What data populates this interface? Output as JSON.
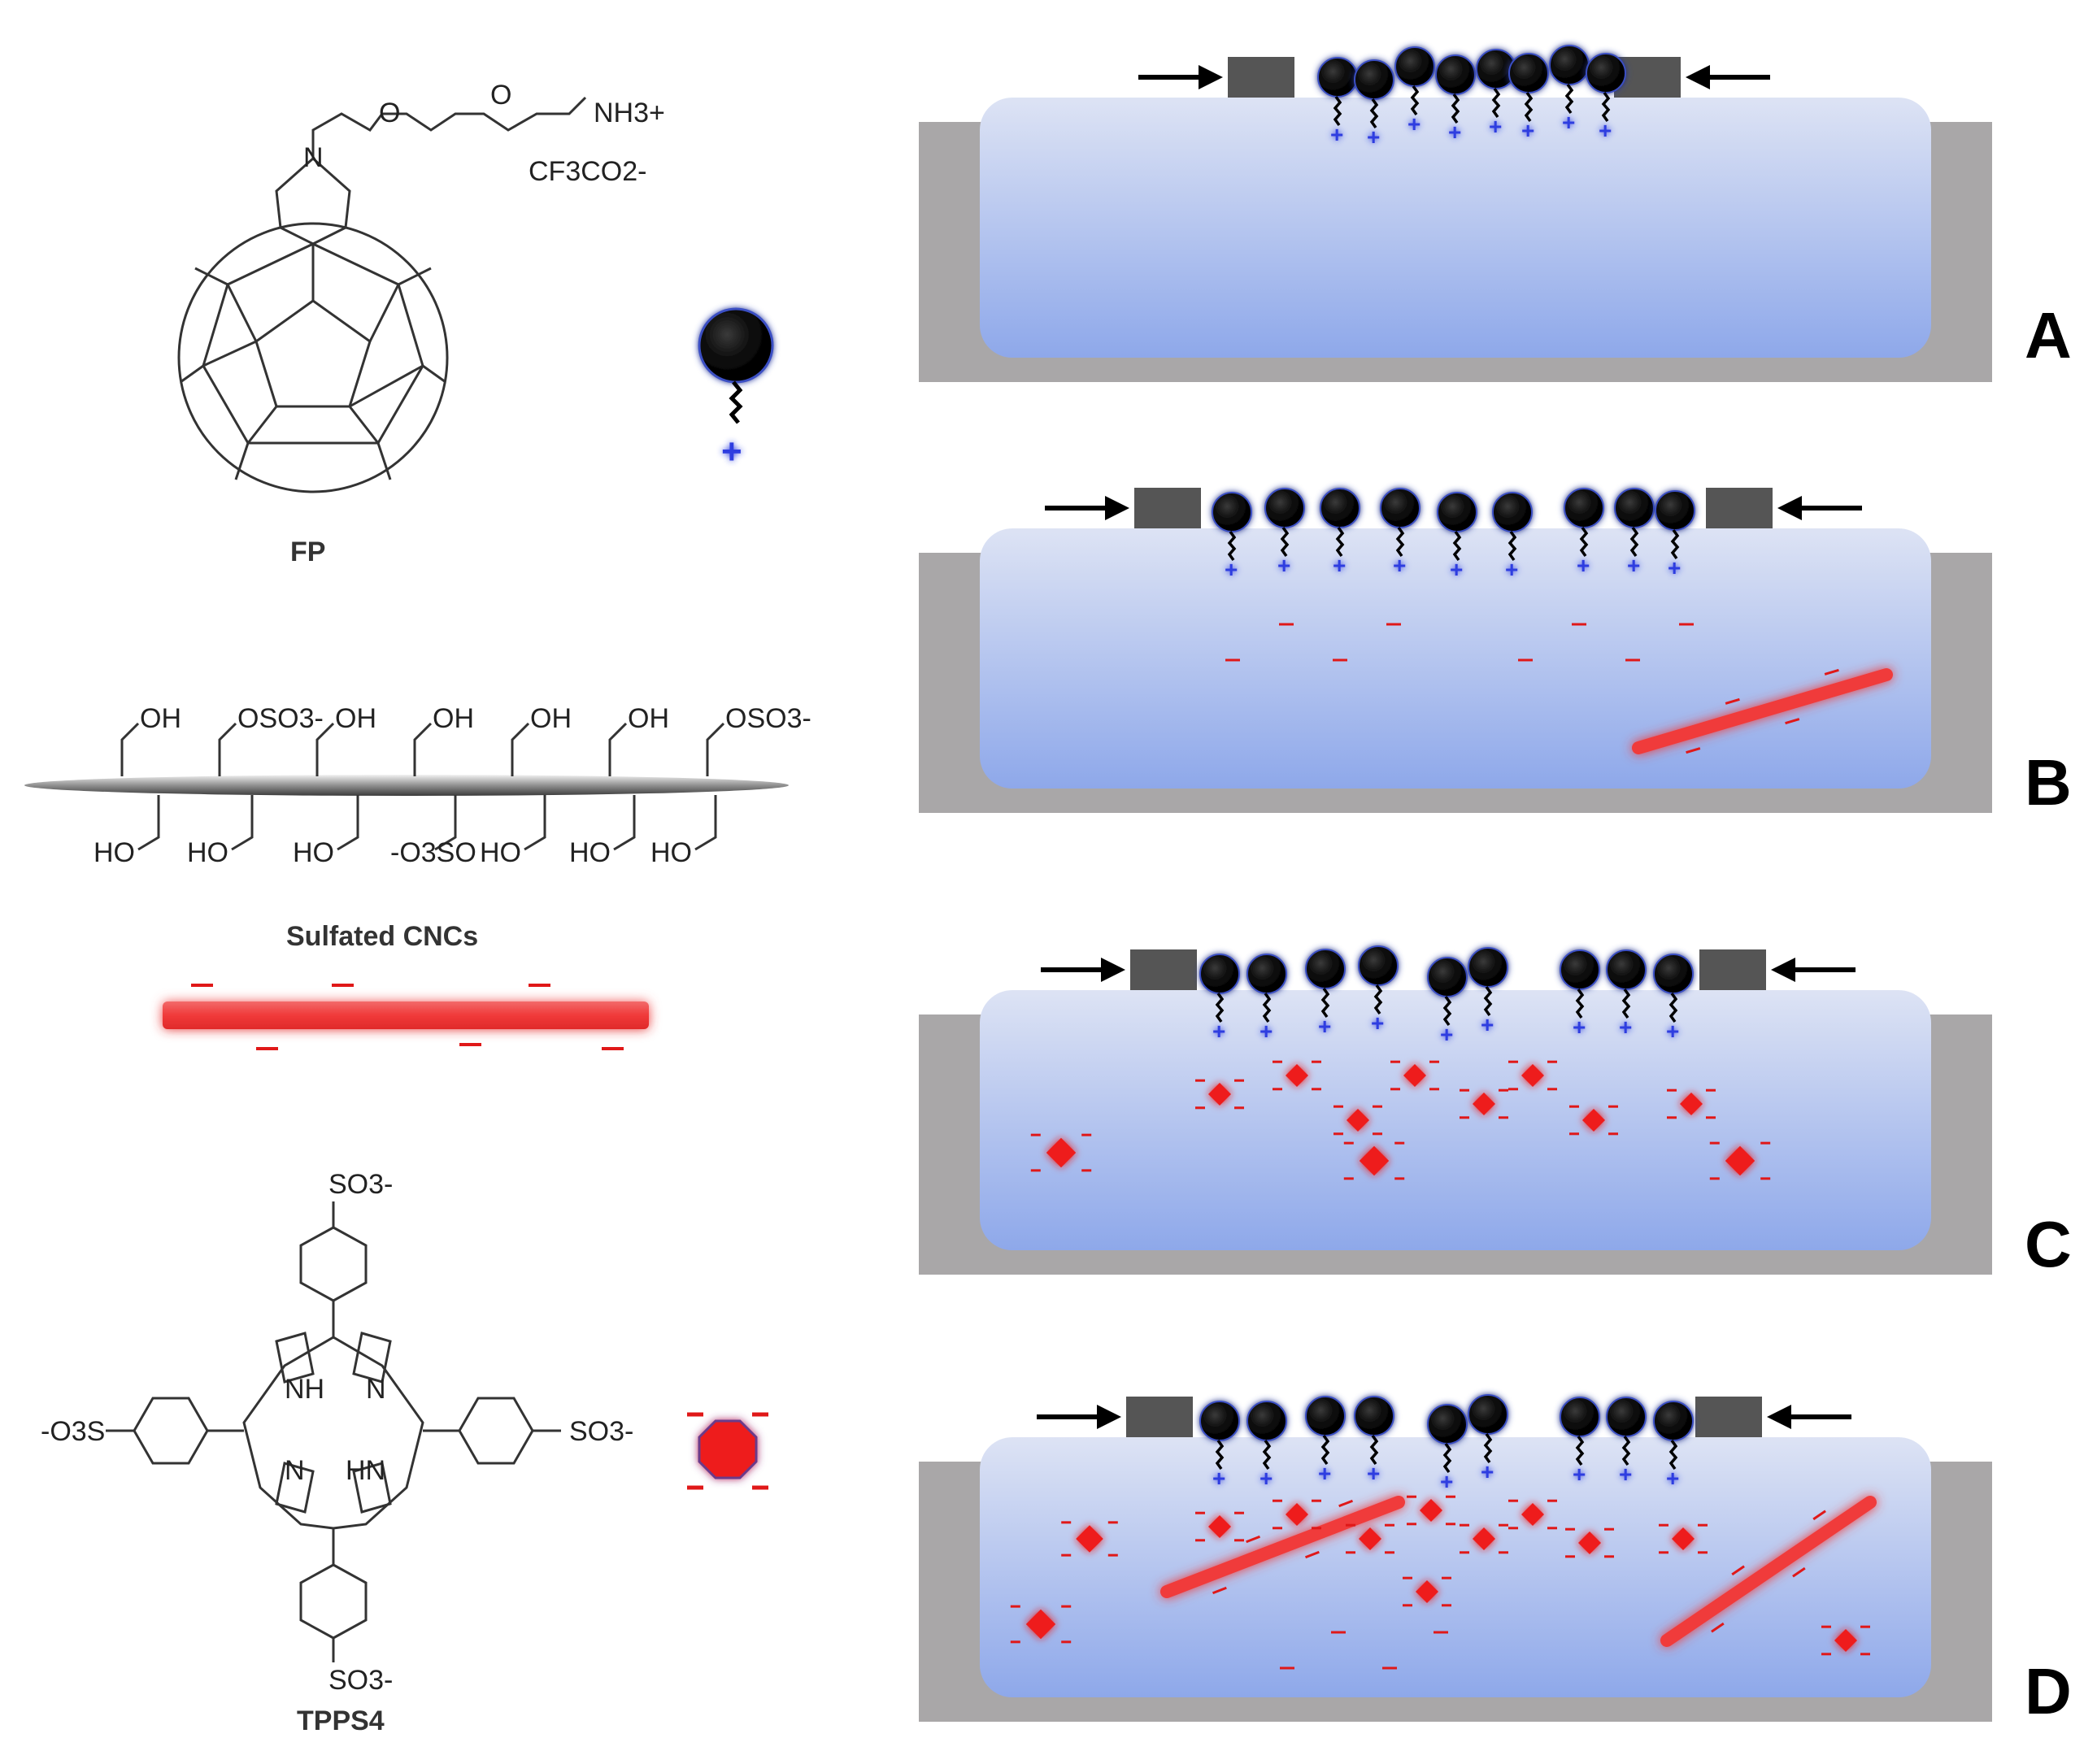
{
  "structures": {
    "fp": {
      "label": "FP",
      "atom_O1": "O",
      "atom_O2": "O",
      "atom_N": "N",
      "ammonium": "NH3+",
      "counterion": "CF3CO2-"
    },
    "cnc": {
      "label": "Sulfated CNCs",
      "top_groups": [
        "OH",
        "OSO3-",
        "OH",
        "OH",
        "OH",
        "OH",
        "OSO3-"
      ],
      "bottom_groups": [
        "HO",
        "HO",
        "HO",
        "-O3SO",
        "HO",
        "HO",
        "HO"
      ]
    },
    "tpps": {
      "label": "TPPS4",
      "groups": [
        "SO3-",
        "SO3-",
        "-O3S",
        "SO3-"
      ],
      "nh_top": "NH",
      "n_top": "N",
      "n_bottom": "N",
      "hn_bottom": "HN"
    }
  },
  "panels": [
    "A",
    "B",
    "C",
    "D"
  ],
  "colors": {
    "trough": "#a9a7a8",
    "barrier": "#555555",
    "water_top": "#dde3f4",
    "water_bottom": "#8ea8ea",
    "fullerene": "#0a0a0a",
    "charge": "#2d3ee0",
    "cnc": "#f04040",
    "porphyrin": "#ee1c1c"
  }
}
